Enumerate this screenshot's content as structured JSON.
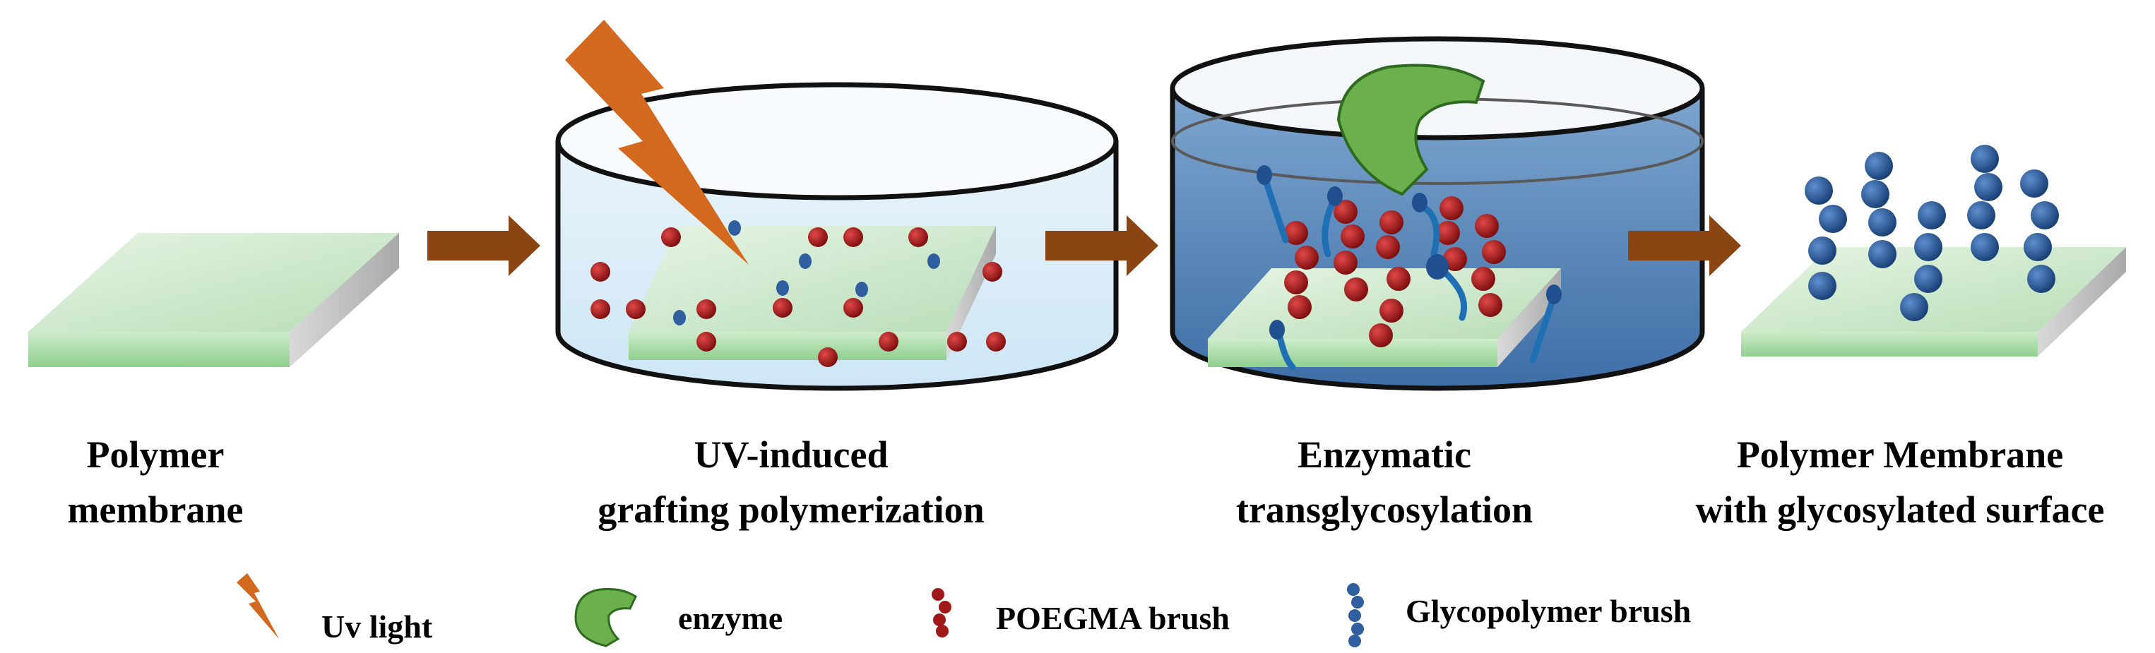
{
  "steps": [
    {
      "line1": "Polymer",
      "line2": "membrane"
    },
    {
      "line1": "UV-induced",
      "line2": "grafting polymerization"
    },
    {
      "line1": "Enzymatic",
      "line2": "transglycosylation"
    },
    {
      "line1": "Polymer Membrane",
      "line2": "with glycosylated surface"
    }
  ],
  "legend": {
    "uv": "Uv light",
    "enzyme": "enzyme",
    "poegma": "POEGMA brush",
    "glyco": "Glycopolymer brush"
  },
  "colors": {
    "arrow": "#8b4513",
    "uv": "#d2691e",
    "enzyme": "#6ab04c",
    "poegma": "#a01818",
    "glyco": "#2f5f9e",
    "membrane": "#bfe3bf"
  }
}
